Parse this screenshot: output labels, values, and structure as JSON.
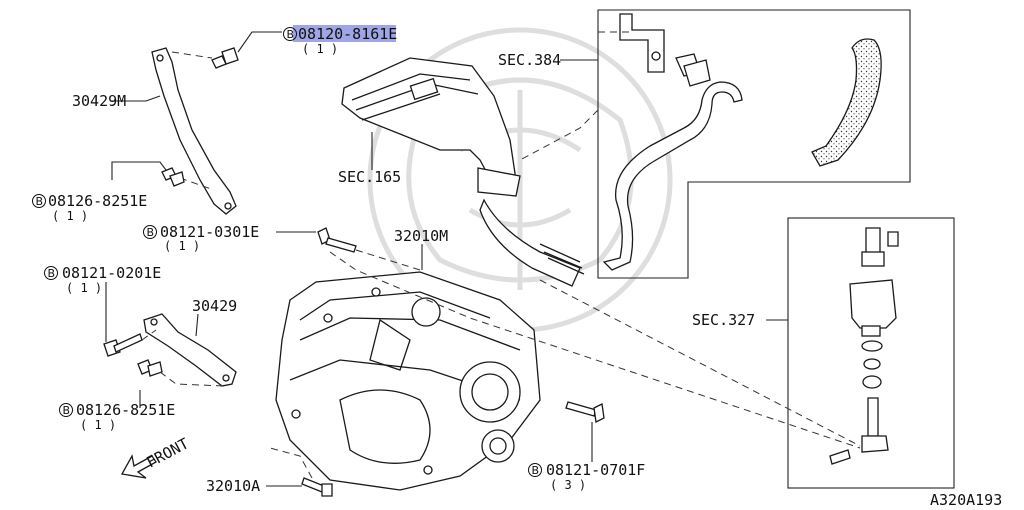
{
  "diagram_id": "A320A193",
  "labels": {
    "bolt_top": {
      "prefix": "B",
      "code": "08120-8161E",
      "qty": "( 1 )",
      "highlight": "#8f96e0"
    },
    "bracket_upper": "30429M",
    "bolt_upper_bracket": {
      "prefix": "B",
      "code": "08126-8251E",
      "qty": "( 1 )"
    },
    "bolt_0301": {
      "prefix": "B",
      "code": "08121-0301E",
      "qty": "( 1 )"
    },
    "trans_assembly": "32010M",
    "bolt_0201": {
      "prefix": "B",
      "code": "08121-0201E",
      "qty": "( 1 )"
    },
    "bracket_lower": "30429",
    "bolt_lower_bracket": {
      "prefix": "B",
      "code": "08126-8251E",
      "qty": "( 1 )"
    },
    "front": "FRONT",
    "trans_lower": "32010A",
    "bolt_0701": {
      "prefix": "B",
      "code": "08121-0701F",
      "qty": "( 3 )"
    },
    "sec165": "SEC.165",
    "sec384": "SEC.384",
    "sec327": "SEC.327"
  }
}
